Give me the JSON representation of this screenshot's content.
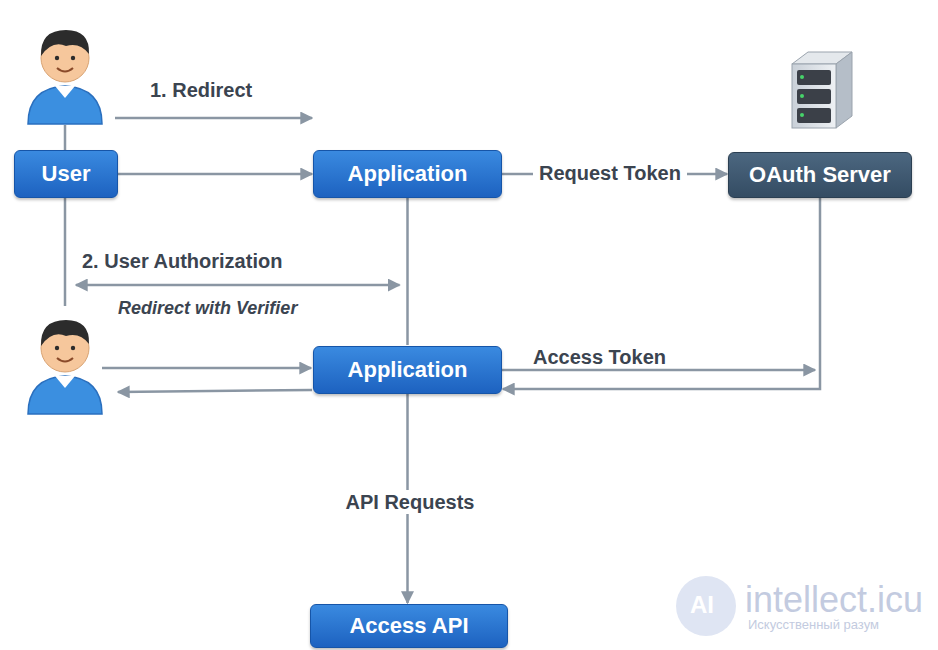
{
  "diagram": {
    "nodes": [
      {
        "text": [
          "User"
        ]
      },
      {
        "text": [
          "Application"
        ]
      },
      {
        "text": [
          "OAuth Server"
        ]
      },
      {
        "text": [
          "Application"
        ]
      },
      {
        "text": [
          "Access API"
        ]
      }
    ],
    "edges": [
      {
        "from": 0,
        "to": 1,
        "arrow": "to"
      },
      {
        "from": 1,
        "to": 2,
        "label": "Request Token",
        "arrow": "to"
      },
      {
        "from": 0,
        "to": 1,
        "label": "2. User Authorization",
        "arrow": "both"
      },
      {
        "from": 1,
        "to": 3,
        "arrow": "none"
      },
      {
        "from": 3,
        "to": 2,
        "label": "Access Token",
        "arrow": "to"
      },
      {
        "from": 2,
        "to": 3,
        "arrow": "to"
      },
      {
        "from": 3,
        "to": 4,
        "label": "API Requests",
        "arrow": "to"
      }
    ],
    "labels": [
      "1. Redirect",
      "Redirect with Verifier",
      "AI",
      "intellect.icu",
      "Искусственный разум"
    ]
  }
}
